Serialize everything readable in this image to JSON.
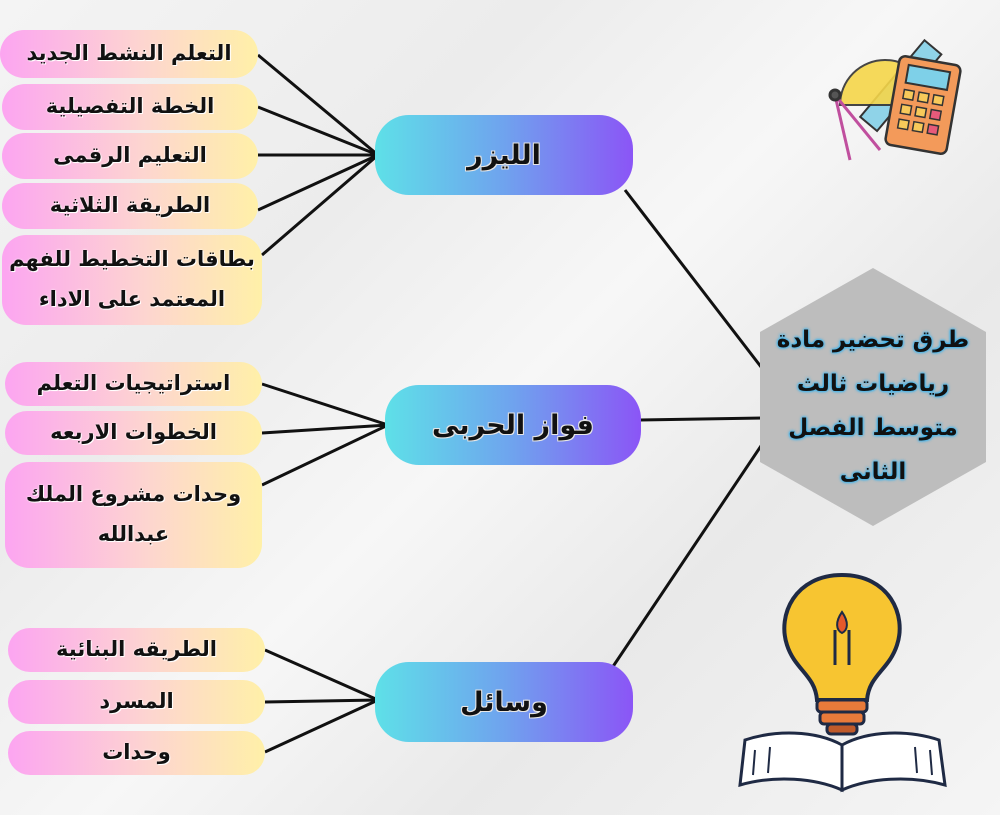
{
  "center": {
    "title": "طرق تحضير مادة رياضيات ثالث متوسط الفصل الثانى"
  },
  "branches": [
    {
      "label": "الليزر",
      "items": [
        "التعلم النشط الجديد",
        "الخطة التفصيلية",
        "التعليم الرقمى",
        "الطريقة الثلاثية",
        "بطاقات التخطيط للفهم المعتمد على الاداء"
      ]
    },
    {
      "label": "فواز الحربى",
      "items": [
        "استراتيجيات التعلم",
        "الخطوات الاربعه",
        "وحدات مشروع الملك عبدالله"
      ]
    },
    {
      "label": "وسائل",
      "items": [
        "الطريقه البنائية",
        "المسرد",
        "وحدات"
      ]
    }
  ],
  "colors": {
    "leaf_gradient": [
      "#fca5f1",
      "#fff0a8"
    ],
    "branch_gradient": [
      "#5ee0e8",
      "#8b55f6"
    ],
    "center_fill": "#bdbdbd",
    "center_text_glow": "#3bb5f0"
  },
  "icons": [
    "calculator-icon",
    "compass-icon",
    "ruler-icon",
    "lightbulb-icon",
    "open-book-icon"
  ]
}
